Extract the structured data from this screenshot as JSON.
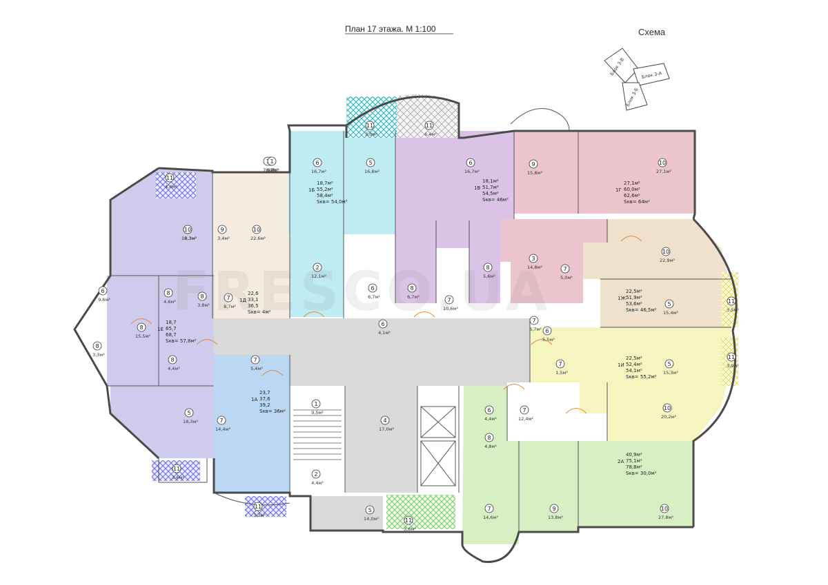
{
  "header": {
    "title": "План 17 этажа. М 1:100",
    "schema_label": "Схема"
  },
  "schema_blocks": [
    "Блок 3-В",
    "Блок 3-А",
    "Блок 3-Б"
  ],
  "colors": {
    "purple": "#cfcbec",
    "beige": "#f6ebe0",
    "cyan": "#bfecf2",
    "violet": "#dbc3e8",
    "pink": "#ebc4cd",
    "tan": "#efe1cb",
    "yellow": "#f6f5bf",
    "green": "#d7efc3",
    "blue": "#bcd7f3",
    "gray": "#d9d9d9",
    "hatch_blue": "#6d6ed8",
    "hatch_green": "#7bc96f",
    "hatch_teal": "#3fb0b6",
    "hatch_yellow": "#e3dd6e"
  },
  "watermark": "FRESCO.UA",
  "apartments": [
    {
      "id": "1Б",
      "lines": [
        "18,7м²",
        "55,2м²",
        "58,4м²",
        "Sкв= 54,0м²"
      ]
    },
    {
      "id": "1В",
      "lines": [
        "18,1м²",
        "51,7м²",
        "54,5м²",
        "Sкв= 46м²"
      ]
    },
    {
      "id": "1Г",
      "lines": [
        "27,1м²",
        "60,0м²",
        "62,6м²",
        "Sкв= 64м²"
      ]
    },
    {
      "id": "1Д",
      "lines": [
        "22,6",
        "33,1",
        "36,5",
        "Sкв= 4м²"
      ]
    },
    {
      "id": "1Е",
      "lines": [
        "18,7",
        "65,7",
        "68,7",
        "Sкв= 57,8м²"
      ]
    },
    {
      "id": "1А",
      "lines": [
        "23,7",
        "37,6",
        "39,2",
        "Sкв= 36м²"
      ]
    },
    {
      "id": "1Ж",
      "lines": [
        "22,5м²",
        "51,9м²",
        "53,6м²",
        "Sкв= 46,5м²"
      ]
    },
    {
      "id": "1И",
      "lines": [
        "22,5м²",
        "52,4м²",
        "54,1м²",
        "Sкв= 55,2м²"
      ]
    },
    {
      "id": "2А",
      "lines": [
        "40,9м²",
        "75,1м²",
        "78,8м²",
        "Sкв= 30,0м²"
      ]
    }
  ],
  "rooms": [
    {
      "num": "11",
      "area": "3,0м²"
    },
    {
      "num": "11",
      "area": "6,4м²"
    },
    {
      "num": "13",
      "area": "6,7м²"
    },
    {
      "num": "1",
      "area": "7,9м²"
    },
    {
      "num": "10",
      "area": "18,3м²"
    },
    {
      "num": "6",
      "area": "16,7м²"
    },
    {
      "num": "5",
      "area": "16,8м²"
    },
    {
      "num": "6",
      "area": "16,7м²"
    },
    {
      "num": "9",
      "area": "15,8м²"
    },
    {
      "num": "10",
      "area": "27,1м²"
    },
    {
      "num": "10",
      "area": "19,3м²"
    },
    {
      "num": "9",
      "area": "3,4м²"
    },
    {
      "num": "10",
      "area": "22,6м²"
    },
    {
      "num": "2",
      "area": "12,1м²"
    },
    {
      "num": "8",
      "area": "3,8м²"
    },
    {
      "num": "7",
      "area": "8,7м²"
    },
    {
      "num": "6",
      "area": "9,6м²"
    },
    {
      "num": "8",
      "area": "4,6м²"
    },
    {
      "num": "8",
      "area": "15,5м²"
    },
    {
      "num": "8",
      "area": "3,3м²"
    },
    {
      "num": "6",
      "area": "6,7м²"
    },
    {
      "num": "8",
      "area": "6,7м²"
    },
    {
      "num": "7",
      "area": "10,6м²"
    },
    {
      "num": "6",
      "area": "4,1м²"
    },
    {
      "num": "8",
      "area": "5,6м²"
    },
    {
      "num": "3",
      "area": "14,8м²"
    },
    {
      "num": "7",
      "area": "5,0м²"
    },
    {
      "num": "10",
      "area": "22,9м²"
    },
    {
      "num": "5",
      "area": "15,4м²"
    },
    {
      "num": "7",
      "area": "6,7м²"
    },
    {
      "num": "6",
      "area": "5,5м²"
    },
    {
      "num": "7",
      "area": "1,5м²"
    },
    {
      "num": "5",
      "area": "15,3м²"
    },
    {
      "num": "10",
      "area": "20,2м²"
    },
    {
      "num": "5",
      "area": "18,3м²"
    },
    {
      "num": "7",
      "area": "5,4м²"
    },
    {
      "num": "8",
      "area": "4,4м²"
    },
    {
      "num": "7",
      "area": "14,4м²"
    },
    {
      "num": "1",
      "area": "9,5м²"
    },
    {
      "num": "4",
      "area": "17,0м²"
    },
    {
      "num": "6",
      "area": "4,4м²"
    },
    {
      "num": "7",
      "area": "12,4м²"
    },
    {
      "num": "8",
      "area": "4,8м²"
    },
    {
      "num": "2",
      "area": "4,4м²"
    },
    {
      "num": "7",
      "area": "14,6м²"
    },
    {
      "num": "9",
      "area": "13,8м²"
    },
    {
      "num": "10",
      "area": "27,8м²"
    },
    {
      "num": "5",
      "area": "14,0м²"
    },
    {
      "num": "11",
      "area": "3,5м²"
    },
    {
      "num": "11",
      "area": "3,9м²"
    },
    {
      "num": "11",
      "area": "3,6м²"
    },
    {
      "num": "11",
      "area": "4,4м²"
    },
    {
      "num": "11",
      "area": "3,3м²"
    },
    {
      "num": "1",
      "area": "6,7м²"
    },
    {
      "num": "11",
      "area": "3,6м²"
    }
  ]
}
